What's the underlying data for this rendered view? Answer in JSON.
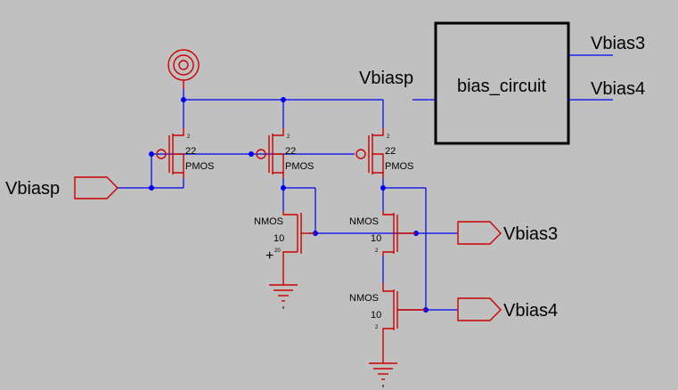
{
  "block": {
    "name": "bias_circuit",
    "input_pin": "Vbiasp",
    "output_pins": [
      "Vbias3",
      "Vbias4"
    ]
  },
  "ports": {
    "input": "Vbiasp",
    "output_top": "Vbias3",
    "output_bottom": "Vbias4"
  },
  "transistors": {
    "pmos": [
      {
        "type": "PMOS",
        "size": "22",
        "pin": "2"
      },
      {
        "type": "PMOS",
        "size": "22",
        "pin": "2"
      },
      {
        "type": "PMOS",
        "size": "22",
        "pin": "2"
      }
    ],
    "nmos": [
      {
        "type": "NMOS",
        "size": "10",
        "pin": "20"
      },
      {
        "type": "NMOS",
        "size": "10",
        "pin": "2"
      },
      {
        "type": "NMOS",
        "size": "10",
        "pin": "2"
      }
    ]
  },
  "plus_marker": "+",
  "colors": {
    "background": "#c0c0c0",
    "wire": "#0000ee",
    "component": "#cc0000",
    "block_outline": "#000000"
  }
}
